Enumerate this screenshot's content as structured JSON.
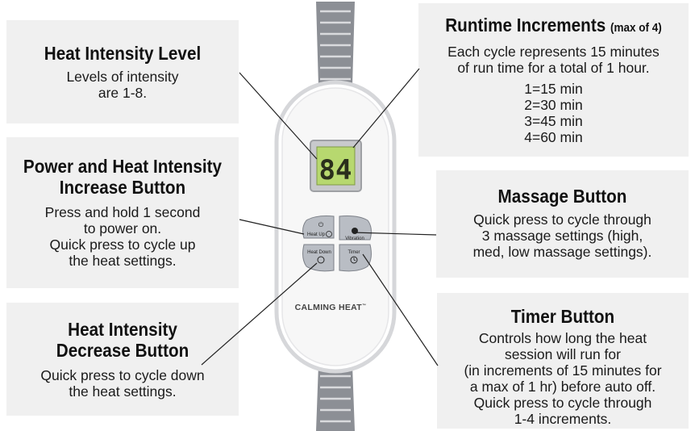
{
  "heat_level": {
    "title": "Heat Intensity Level",
    "desc": [
      "Levels of intensity",
      "are 1-8."
    ]
  },
  "power": {
    "title": [
      "Power and Heat Intensity",
      "Increase Button"
    ],
    "desc": [
      "Press and hold 1 second",
      "to power on.",
      "Quick press to cycle up",
      "the heat settings."
    ]
  },
  "decrease": {
    "title": [
      "Heat Intensity",
      "Decrease Button"
    ],
    "desc": [
      "Quick press to cycle down",
      "the heat settings."
    ]
  },
  "runtime": {
    "title": "Runtime Increments",
    "title_suffix": "(max of 4)",
    "desc": [
      "Each cycle represents 15 minutes",
      "of run time for a total of 1 hour."
    ],
    "list": [
      "1=15 min",
      "2=30 min",
      "3=45 min",
      "4=60 min"
    ]
  },
  "massage": {
    "title": "Massage Button",
    "desc": [
      "Quick press to cycle through",
      "3 massage settings (high,",
      "med, low massage settings)."
    ]
  },
  "timer": {
    "title": "Timer Button",
    "desc": [
      "Controls how long the heat",
      "session will run for",
      "(in increments of 15 minutes for",
      "a max of 1 hr) before auto off.",
      "Quick press to cycle through",
      "1-4  increments."
    ]
  },
  "remote": {
    "display": "84",
    "brand": "CALMING HEAT",
    "trademark": "™",
    "btn_heat_up": "Heat Up",
    "btn_vibration": "Vibration",
    "btn_heat_down": "Heat Down",
    "btn_timer": "Timer"
  },
  "colors": {
    "panel": "#f0f0f0",
    "display_green": "#b7d86f",
    "button_gray": "#b9bdc4",
    "cable": "#8c8f95"
  }
}
